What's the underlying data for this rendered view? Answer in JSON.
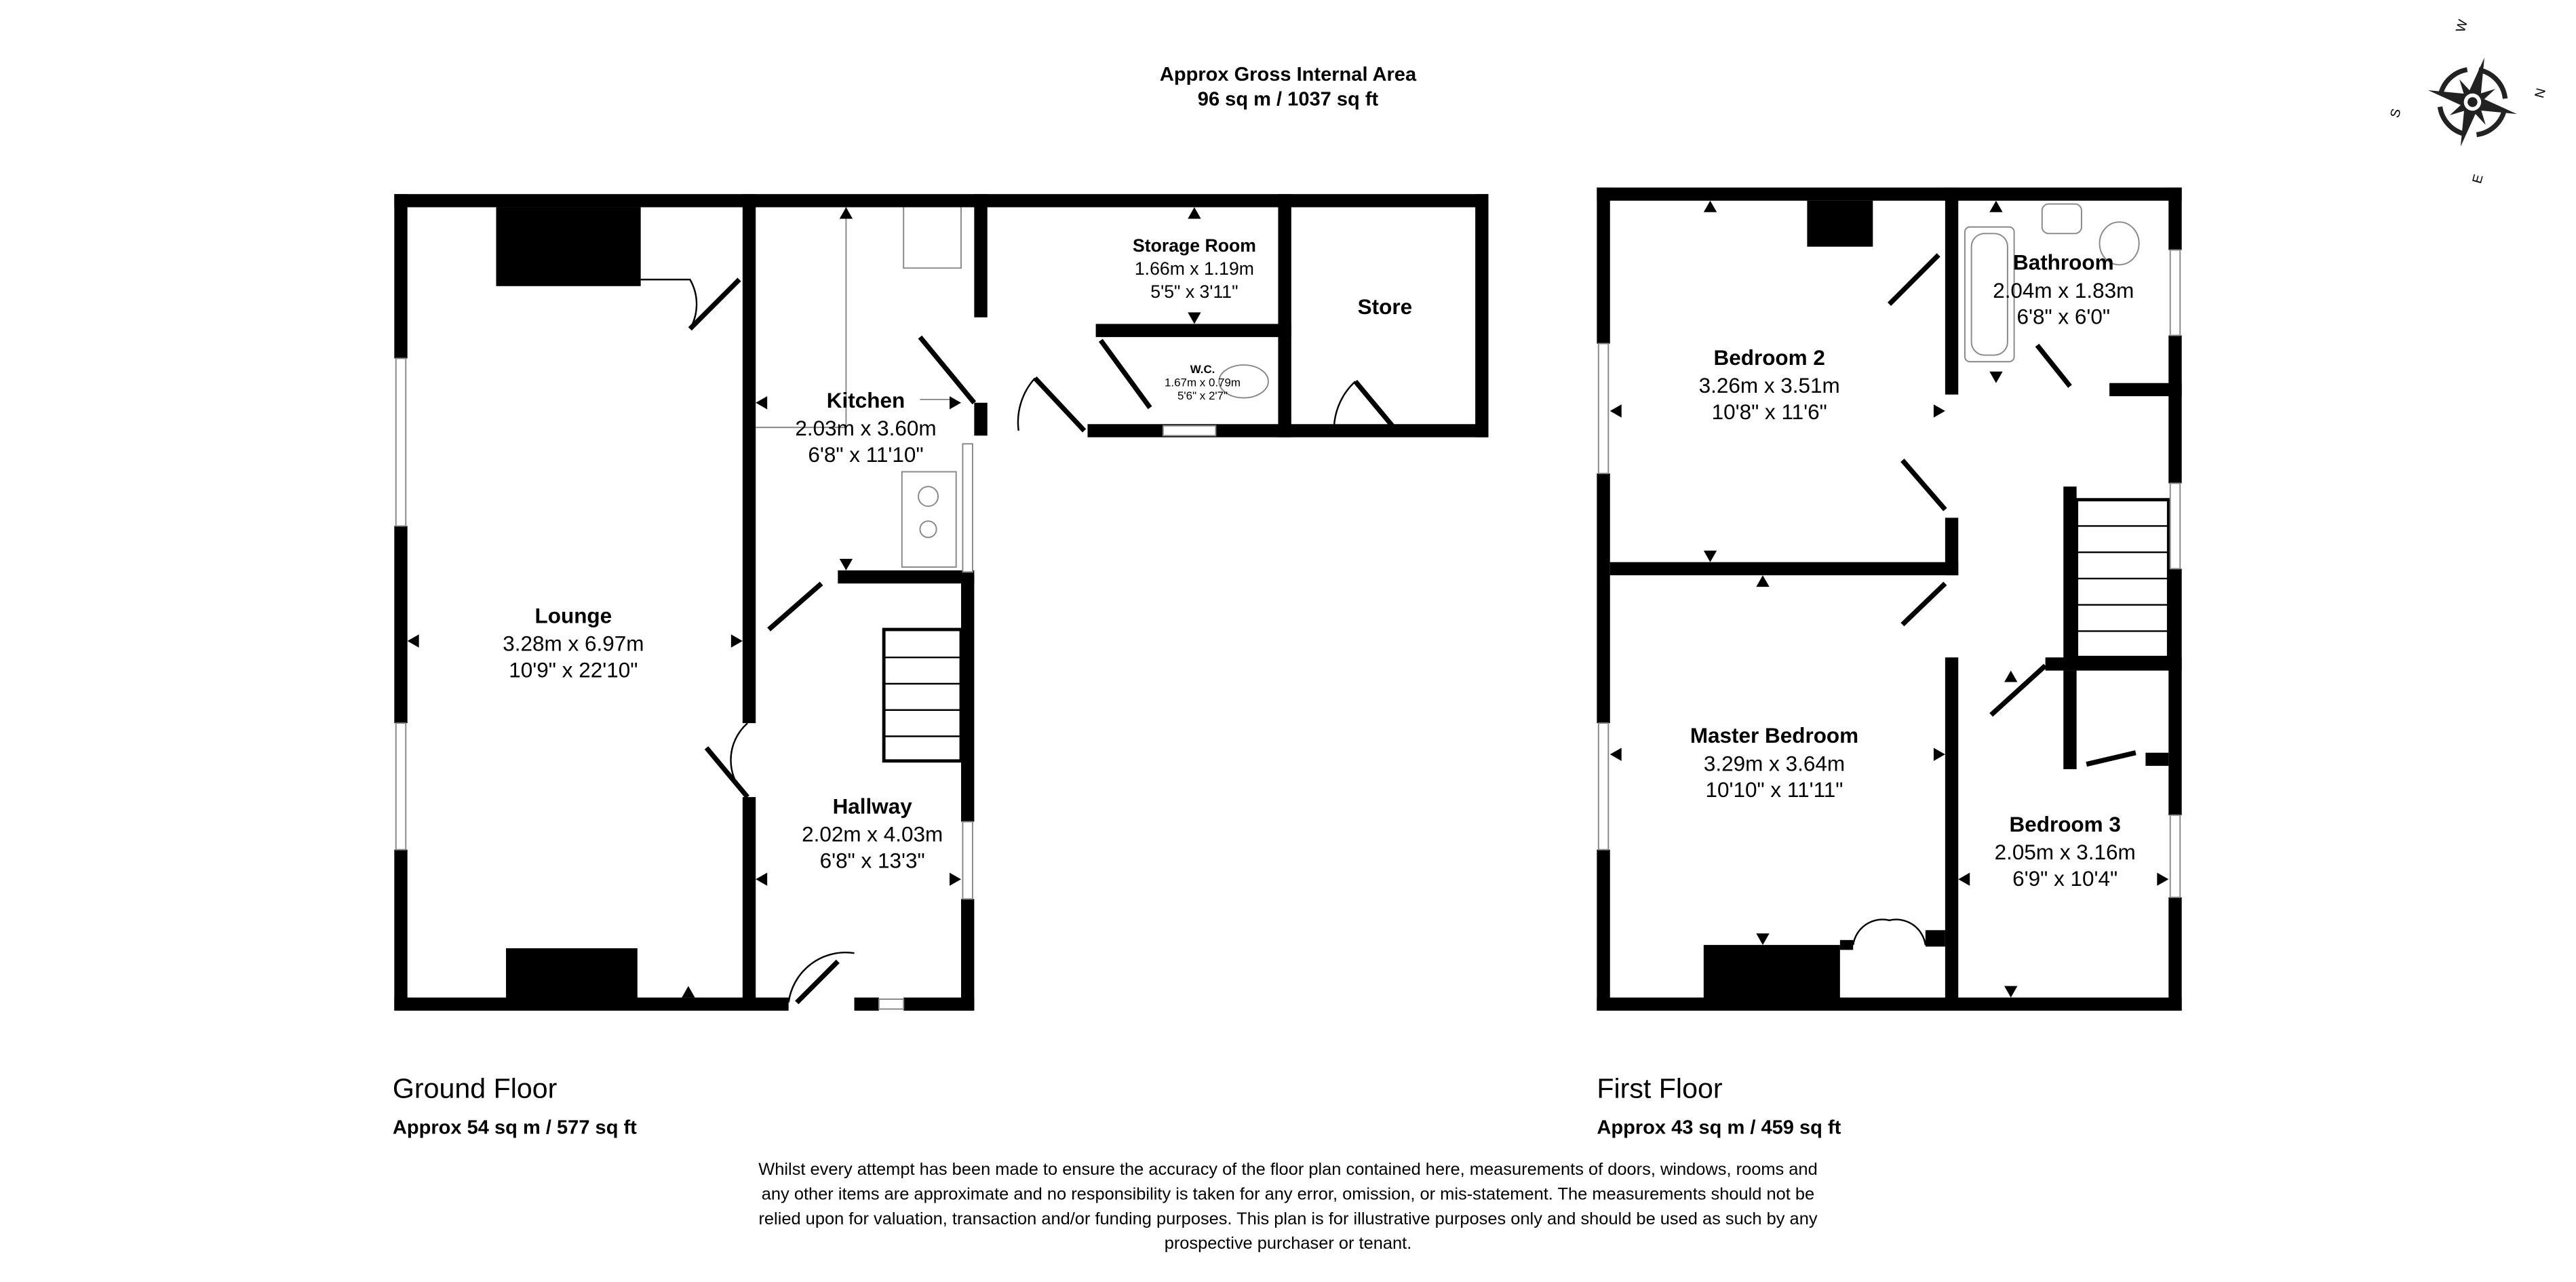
{
  "header": {
    "title": "Approx Gross Internal Area",
    "area": "96 sq m / 1037 sq ft"
  },
  "compass": {
    "n": "N",
    "s": "S",
    "e": "E",
    "w": "W"
  },
  "ground_floor": {
    "label": "Ground Floor",
    "area": "Approx 54 sq m / 577 sq ft",
    "rooms": [
      {
        "name": "Lounge",
        "metric": "3.28m x 6.97m",
        "imperial": "10'9\" x 22'10\""
      },
      {
        "name": "Kitchen",
        "metric": "2.03m x 3.60m",
        "imperial": "6'8\" x 11'10\""
      },
      {
        "name": "Storage Room",
        "metric": "1.66m x 1.19m",
        "imperial": "5'5\" x 3'11\""
      },
      {
        "name": "W.C.",
        "metric": "1.67m x 0.79m",
        "imperial": "5'6\" x 2'7\""
      },
      {
        "name": "Store"
      },
      {
        "name": "Hallway",
        "metric": "2.02m x 4.03m",
        "imperial": "6'8\" x 13'3\""
      }
    ]
  },
  "first_floor": {
    "label": "First Floor",
    "area": "Approx 43 sq m / 459 sq ft",
    "rooms": [
      {
        "name": "Bedroom 2",
        "metric": "3.26m x 3.51m",
        "imperial": "10'8\" x 11'6\""
      },
      {
        "name": "Bathroom",
        "metric": "2.04m x 1.83m",
        "imperial": "6'8\" x 6'0\""
      },
      {
        "name": "Master Bedroom",
        "metric": "3.29m x 3.64m",
        "imperial": "10'10\" x 11'11\""
      },
      {
        "name": "Bedroom 3",
        "metric": "2.05m x 3.16m",
        "imperial": "6'9\" x 10'4\""
      }
    ]
  },
  "disclaimer": [
    "Whilst every attempt has been made to ensure the accuracy of the floor plan contained here, measurements of doors, windows, rooms and",
    "any other items are approximate and no responsibility is taken for any error, omission, or mis-statement. The measurements should not be",
    "relied upon for valuation, transaction and/or funding purposes. This plan is for illustrative purposes only and should be used as such by any",
    "prospective purchaser or tenant."
  ]
}
